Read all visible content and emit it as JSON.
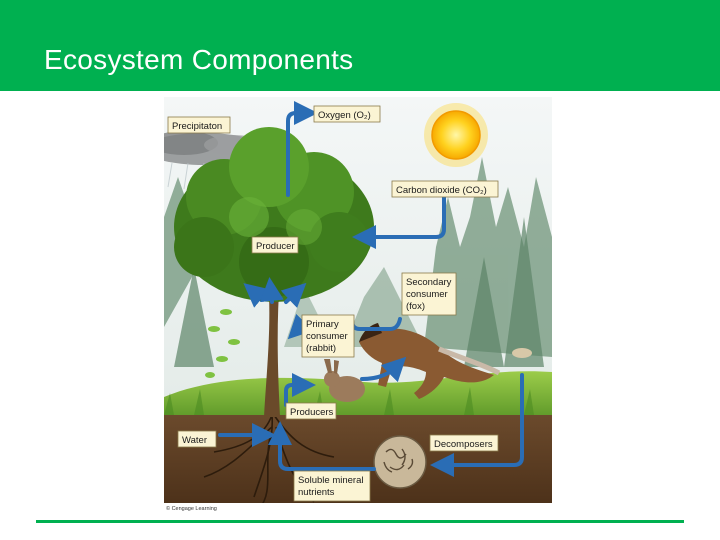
{
  "slide": {
    "title": "Ecosystem Components"
  },
  "figure": {
    "labels": {
      "precipitation": "Precipitaton",
      "oxygen": "Oxygen (O₂)",
      "carbon_dioxide": "Carbon dioxide (CO₂)",
      "producer": "Producer",
      "secondary_consumer": [
        "Secondary",
        "consumer",
        "(fox)"
      ],
      "primary_consumer": [
        "Primary",
        "consumer",
        "(rabbit)"
      ],
      "producers": "Producers",
      "water": "Water",
      "decomposers": "Decomposers",
      "soluble_nutrients": [
        "Soluble mineral",
        "nutrients"
      ]
    },
    "credit": "© Cengage Learning",
    "colors": {
      "arrow": "#2a6db5",
      "label_bg": "#fbf4d4",
      "label_border": "#8a7a4a"
    }
  },
  "theme": {
    "accent": "#00b050"
  }
}
